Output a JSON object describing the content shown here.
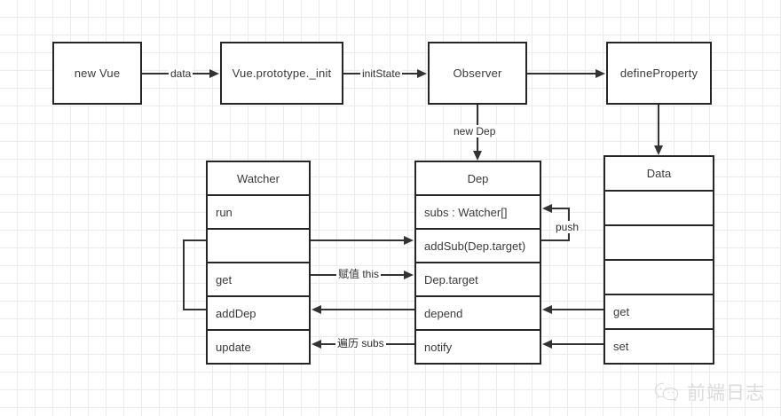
{
  "diagram": {
    "title": "Vue reactivity flow",
    "background_color": "#ffffff",
    "grid_color": "#ececec",
    "stroke_color": "#262626",
    "text_color": "#3a3a3a"
  },
  "nodes": [
    {
      "id": "new-vue",
      "label": "new Vue"
    },
    {
      "id": "vue-init",
      "label": "Vue.prototype._init"
    },
    {
      "id": "observer",
      "label": "Observer"
    },
    {
      "id": "define-property",
      "label": "defineProperty"
    }
  ],
  "tables": [
    {
      "id": "watcher",
      "header": "Watcher",
      "rows": [
        "run",
        "",
        "get",
        "addDep",
        "update"
      ]
    },
    {
      "id": "dep",
      "header": "Dep",
      "rows": [
        "subs : Watcher[]",
        "addSub(Dep.target)",
        "Dep.target",
        "depend",
        "notify"
      ]
    },
    {
      "id": "data",
      "header": "Data",
      "rows": [
        "",
        "",
        "",
        "get",
        "set"
      ]
    }
  ],
  "edge_labels": [
    {
      "id": "data-label",
      "text": "data"
    },
    {
      "id": "initstate-label",
      "text": "initState"
    },
    {
      "id": "newdep-label",
      "text": "new Dep"
    },
    {
      "id": "push-label",
      "text": "push"
    },
    {
      "id": "assign-this",
      "text": "赋值 this"
    },
    {
      "id": "traverse-subs",
      "text": "遍历 subs"
    }
  ],
  "watermark": {
    "icon": "wechat-icon",
    "text": "前端日志"
  }
}
